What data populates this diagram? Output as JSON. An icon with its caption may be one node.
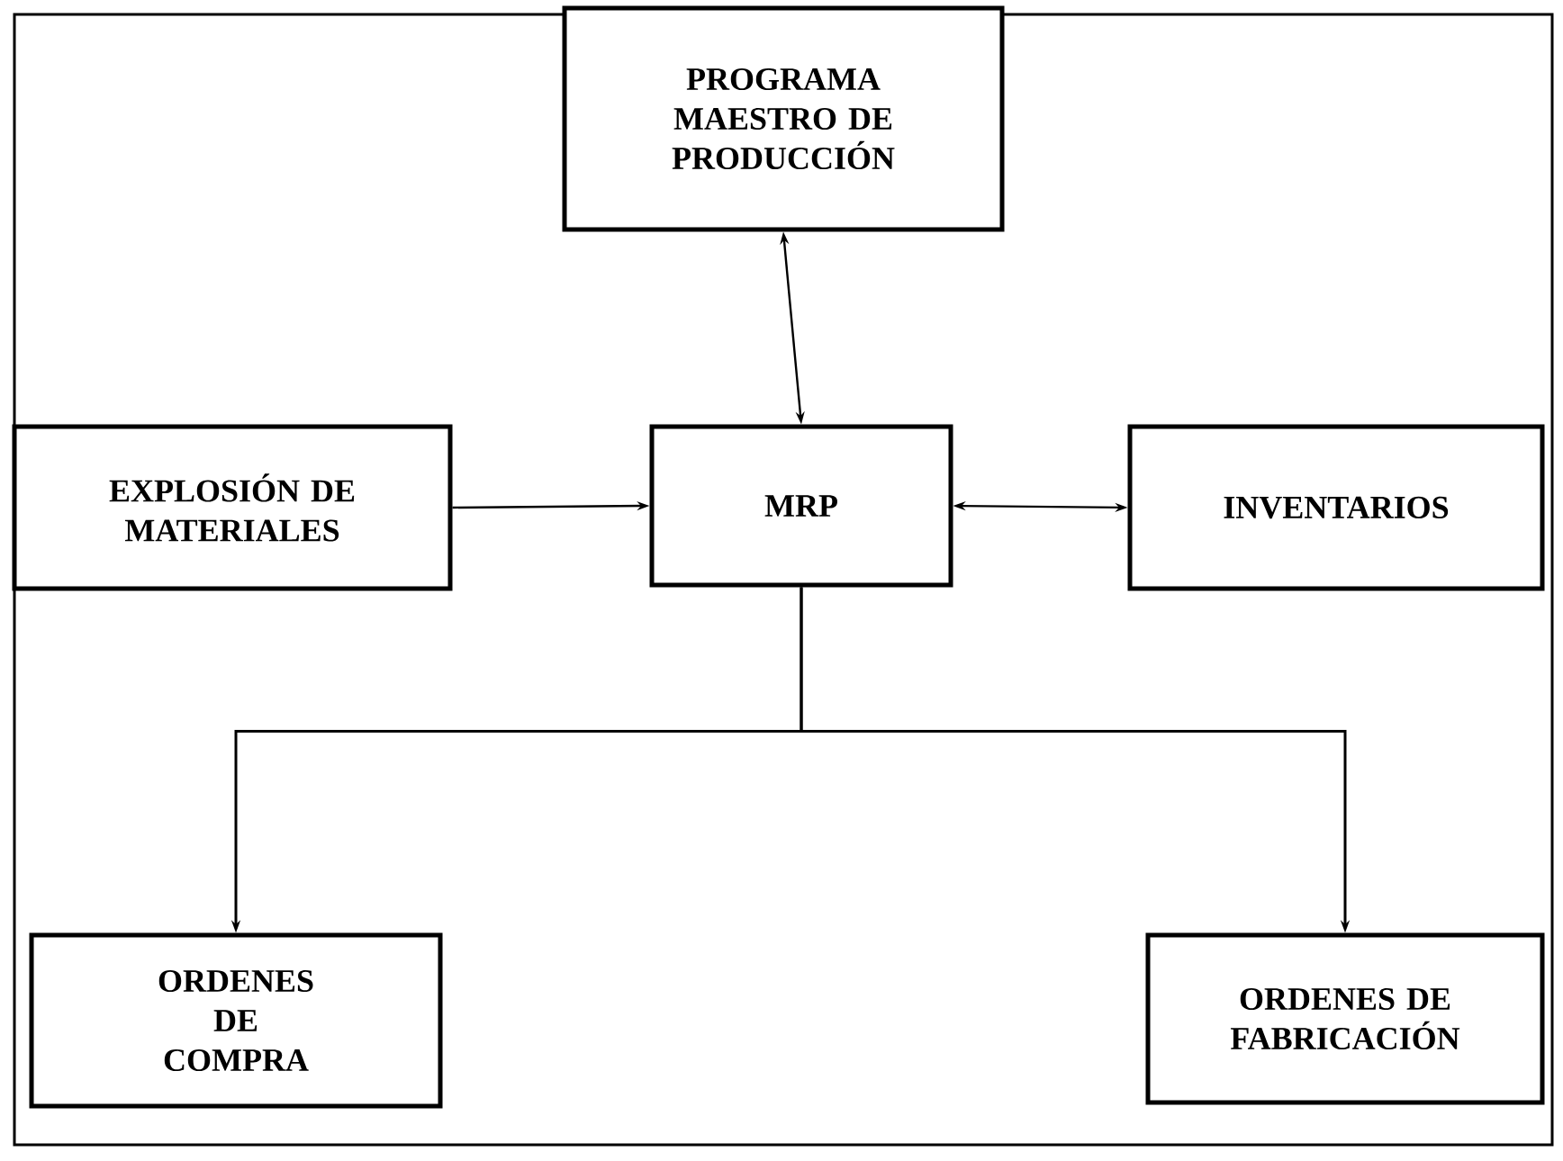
{
  "diagram": {
    "nodes": [
      {
        "text": [
          "PROGRAMA MAESTRO DE PRODUCCIÓN"
        ]
      },
      {
        "text": [
          "EXPLOSIÓN DE MATERIALES"
        ]
      },
      {
        "text": [
          "MRP"
        ]
      },
      {
        "text": [
          "INVENTARIOS"
        ]
      },
      {
        "text": [
          "ORDENES DE COMPRA"
        ]
      },
      {
        "text": [
          "ORDENES DE FABRICACIÓN"
        ]
      }
    ],
    "edges": [
      {
        "from": 2,
        "to": 0,
        "arrow": "both"
      },
      {
        "from": 1,
        "to": 2,
        "arrow": "to"
      },
      {
        "from": 2,
        "to": 3,
        "arrow": "both"
      },
      {
        "from": 2,
        "to": 4,
        "arrow": "to"
      },
      {
        "from": 2,
        "to": 5,
        "arrow": "to"
      }
    ]
  }
}
